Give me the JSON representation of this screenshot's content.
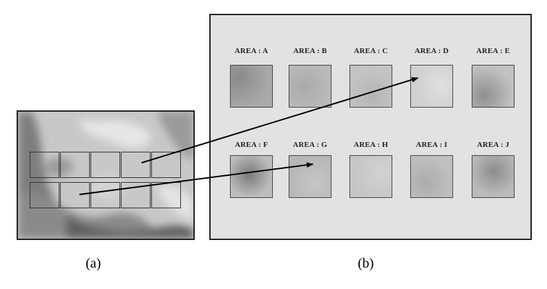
{
  "figure": {
    "panel_a_caption": "(a)",
    "panel_b_caption": "(b)"
  },
  "areas": [
    {
      "label": "AREA : A",
      "tone": "#a9a9a9",
      "patch": "#8a8a8a"
    },
    {
      "label": "AREA : B",
      "tone": "#b9b9b9",
      "patch": "#aaaaaa"
    },
    {
      "label": "AREA : C",
      "tone": "#c4c4c4",
      "patch": "#b5b5b5"
    },
    {
      "label": "AREA : D",
      "tone": "#d0d0d0",
      "patch": "#e0e0e0"
    },
    {
      "label": "AREA : E",
      "tone": "#c2c2c2",
      "patch": "#8f8f8f"
    },
    {
      "label": "AREA : F",
      "tone": "#bdbdbd",
      "patch": "#7a7a7a"
    },
    {
      "label": "AREA : G",
      "tone": "#b7b7b7",
      "patch": "#c6c6c6"
    },
    {
      "label": "AREA : H",
      "tone": "#c6c6c6",
      "patch": "#d2d2d2"
    },
    {
      "label": "AREA : I",
      "tone": "#c0c0c0",
      "patch": "#acacac"
    },
    {
      "label": "AREA : J",
      "tone": "#bababa",
      "patch": "#8c8c8c"
    }
  ],
  "arrows": [
    {
      "from_cell": "D",
      "to_area": "D"
    },
    {
      "from_cell": "G",
      "to_area": "G"
    }
  ]
}
